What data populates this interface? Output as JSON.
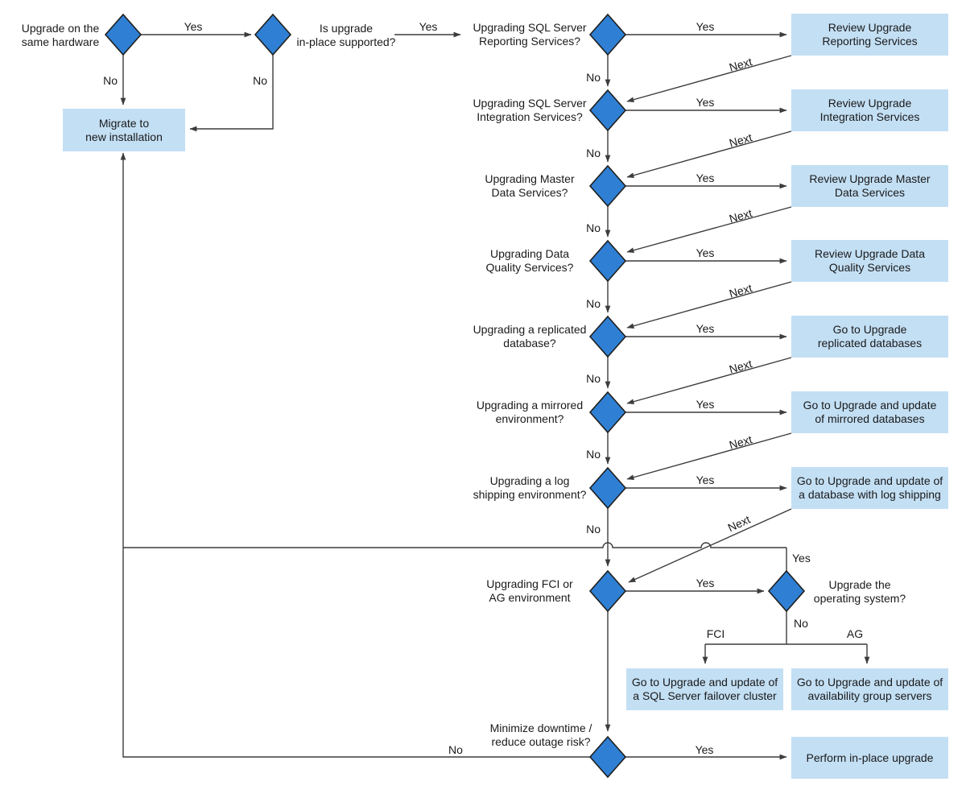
{
  "colors": {
    "background": "#ffffff",
    "diamond_fill": "#2f80d4",
    "diamond_stroke": "#1f1f1f",
    "action_box_fill": "#c3dff4",
    "connector_line": "#3c3c3c",
    "text": "#1a1a1a"
  },
  "labels": {
    "yes": "Yes",
    "no": "No",
    "next": "Next",
    "fci": "FCI",
    "ag": "AG"
  },
  "start": {
    "label": "Upgrade on the\nsame hardware"
  },
  "inplace": {
    "question": "Is upgrade\nin-place supported?"
  },
  "migrate": {
    "label": "Migrate to\nnew installation"
  },
  "rows": [
    {
      "question": "Upgrading SQL Server\nReporting Services?",
      "action": "Review Upgrade\nReporting Services"
    },
    {
      "question": "Upgrading SQL Server\nIntegration Services?",
      "action": "Review Upgrade\nIntegration Services"
    },
    {
      "question": "Upgrading Master\nData Services?",
      "action": "Review Upgrade Master\nData Services"
    },
    {
      "question": "Upgrading Data\nQuality Services?",
      "action": "Review Upgrade Data\nQuality Services"
    },
    {
      "question": "Upgrading a replicated\ndatabase?",
      "action": "Go to Upgrade\nreplicated databases"
    },
    {
      "question": "Upgrading a mirrored\nenvironment?",
      "action": "Go to Upgrade and update\nof mirrored databases"
    },
    {
      "question": "Upgrading a log\nshipping environment?",
      "action": "Go to Upgrade and update of\na database with log shipping"
    }
  ],
  "fci": {
    "question": "Upgrading FCI or\nAG environment",
    "os_question": "Upgrade the\noperating system?",
    "fci_action": "Go to Upgrade and update of\na SQL Server failover cluster",
    "ag_action": "Go to Upgrade and update of\navailability group servers"
  },
  "bottom": {
    "question": "Minimize downtime /\nreduce outage risk?",
    "action": "Perform in-place upgrade"
  }
}
